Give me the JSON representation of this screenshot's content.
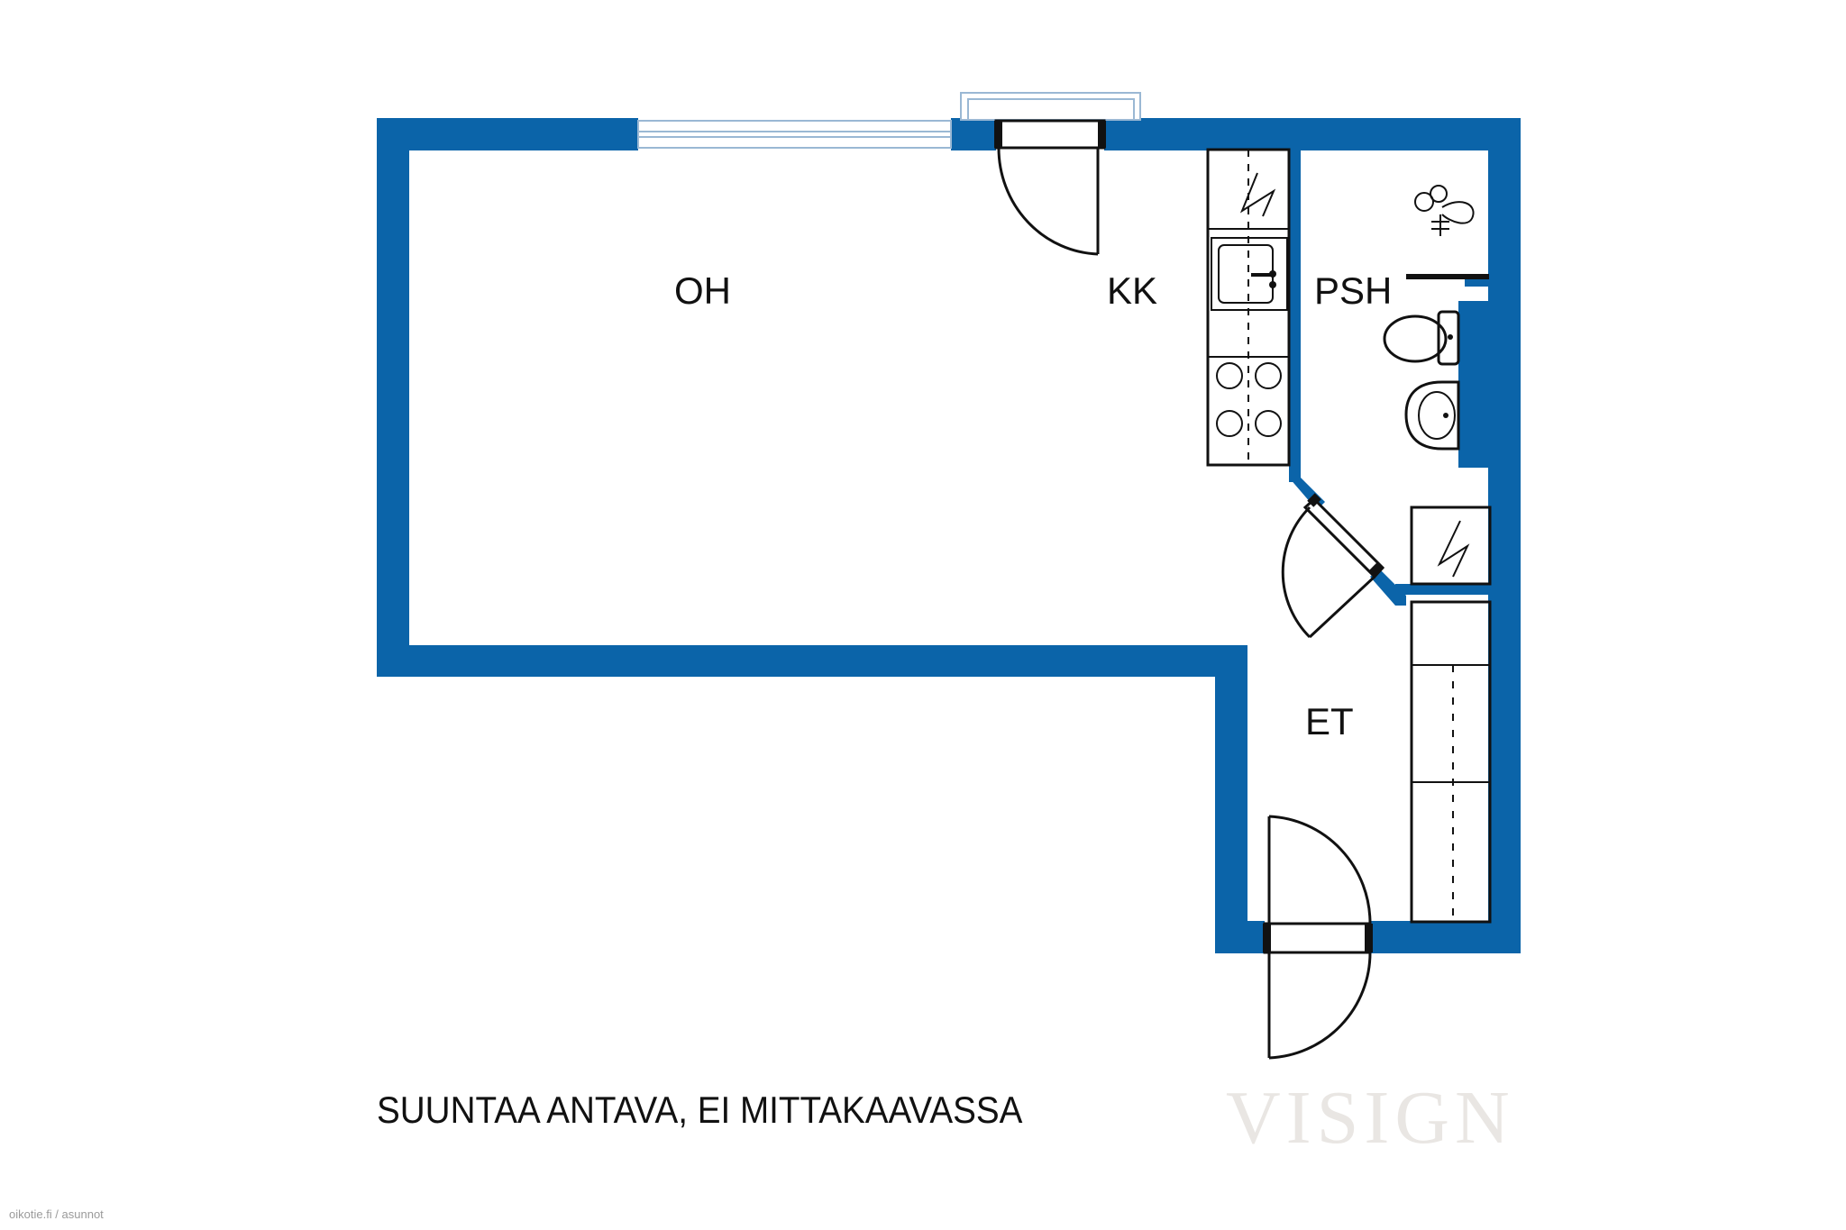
{
  "rooms": {
    "living": "OH",
    "kitchen": "KK",
    "bathroom": "PSH",
    "hall": "ET"
  },
  "note": "SUUNTAA ANTAVA, EI MITTAKAAVASSA",
  "watermark": "VISIGN",
  "source": "oikotie.fi / asunnot",
  "colors": {
    "wall": "#0b64a9",
    "lines": "#111111"
  }
}
